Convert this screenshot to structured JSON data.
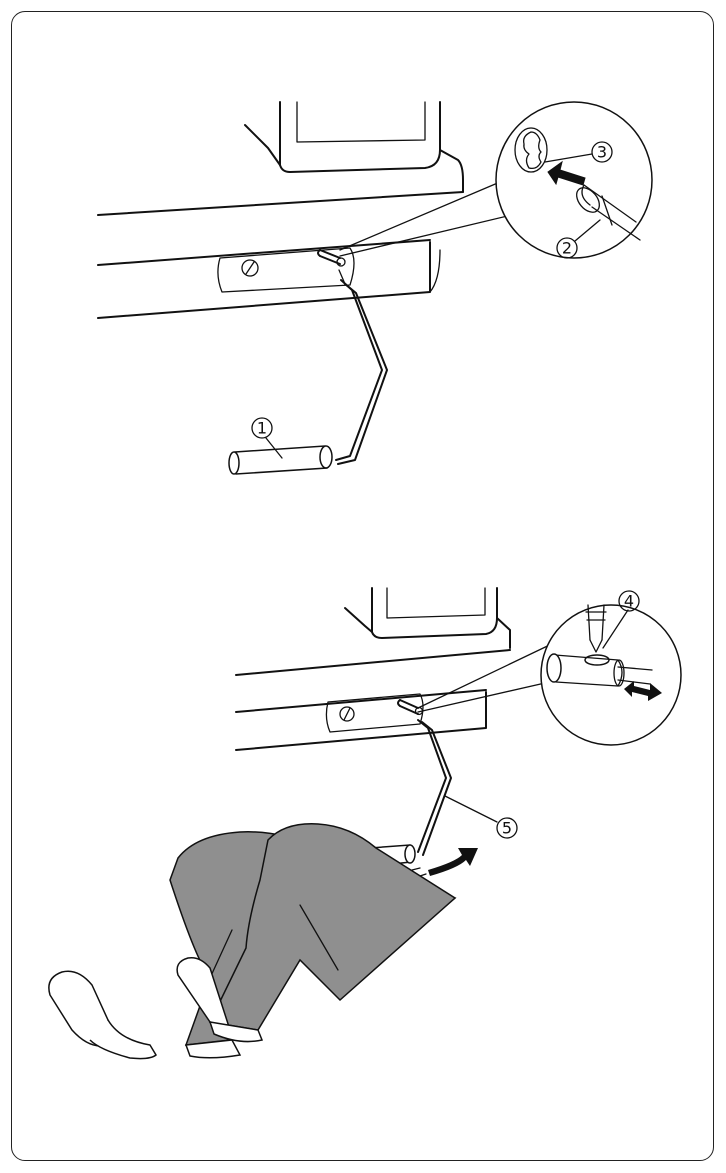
{
  "figure_top": {
    "callouts": [
      {
        "id": "1",
        "label": "①"
      },
      {
        "id": "2",
        "label": "②"
      },
      {
        "id": "3",
        "label": "③"
      }
    ]
  },
  "figure_bottom": {
    "callouts": [
      {
        "id": "4",
        "label": "④"
      },
      {
        "id": "5",
        "label": "⑤"
      }
    ]
  },
  "colors": {
    "ink": "#111111",
    "pants": "#8f8f8f",
    "arrow": "#111111",
    "background": "#ffffff"
  }
}
